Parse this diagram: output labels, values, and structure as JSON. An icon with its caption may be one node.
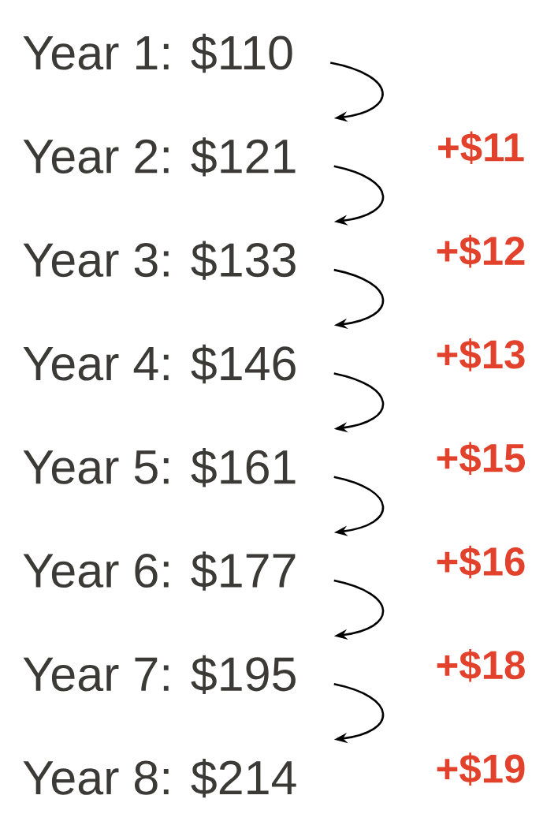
{
  "diagram": {
    "nodes": [
      {
        "text": [
          "Year 1: $110"
        ]
      },
      {
        "text": [
          "Year 2: $121"
        ]
      },
      {
        "text": [
          "Year 3: $133"
        ]
      },
      {
        "text": [
          "Year 4: $146"
        ]
      },
      {
        "text": [
          "Year 5: $161"
        ]
      },
      {
        "text": [
          "Year 6: $177"
        ]
      },
      {
        "text": [
          "Year 7: $195"
        ]
      },
      {
        "text": [
          "Year 8: $214"
        ]
      }
    ],
    "edges": [
      {
        "from": 0,
        "to": 1,
        "arrow": "to",
        "label": "+$11"
      },
      {
        "from": 1,
        "to": 2,
        "arrow": "to",
        "label": "+$12"
      },
      {
        "from": 2,
        "to": 3,
        "arrow": "to",
        "label": "+$13"
      },
      {
        "from": 3,
        "to": 4,
        "arrow": "to",
        "label": "+$15"
      },
      {
        "from": 4,
        "to": 5,
        "arrow": "to",
        "label": "+$16"
      },
      {
        "from": 5,
        "to": 6,
        "arrow": "to",
        "label": "+$18"
      },
      {
        "from": 6,
        "to": 7,
        "arrow": "to",
        "label": "+$19"
      }
    ]
  }
}
